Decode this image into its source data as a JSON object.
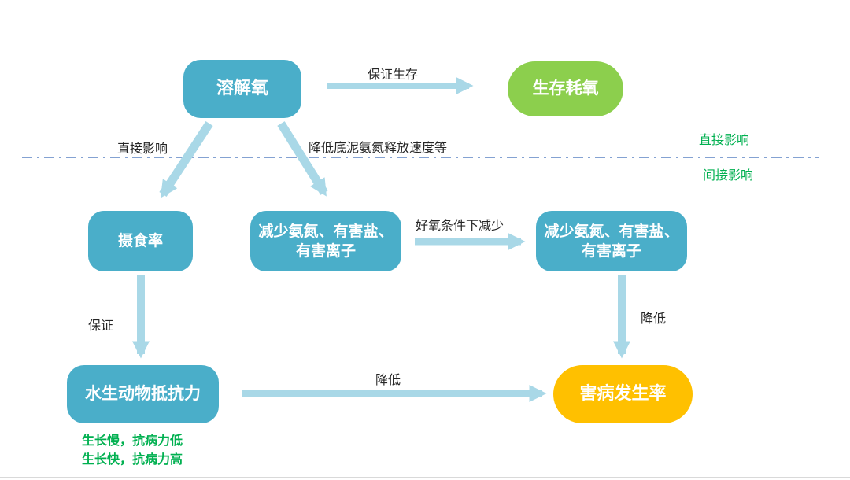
{
  "colors": {
    "teal": "#4AAEC9",
    "green": "#8CCF4D",
    "yellow": "#FFC000",
    "arrow": "#A9D8E7",
    "dash": "#5B84C4",
    "green_text": "#00B050",
    "label": "#262626",
    "node_text": "#FFFFFF",
    "edge": "#D9D9D9"
  },
  "nodes": {
    "dissolved_oxygen": {
      "label": "溶解氧"
    },
    "survival_oxygen": {
      "label": "生存耗氧"
    },
    "feeding_rate": {
      "label": "摄食率"
    },
    "reduce_ammonia_1": {
      "label": "减少氨氮、有害盐、有害离子"
    },
    "reduce_ammonia_2": {
      "label": "减少氨氮、有害盐、有害离子"
    },
    "resistance": {
      "label": "水生动物抵抗力"
    },
    "disease_rate": {
      "label": "害病发生率"
    }
  },
  "edges": {
    "ensure_survival": "保证生存",
    "direct_effect": "直接影响",
    "reduce_sediment_release": "降低底泥氨氮释放速度等",
    "aerobic_reduce": "好氧条件下减少",
    "ensure": "保证",
    "reduce_right": "降低",
    "reduce_bottom": "降低"
  },
  "legend": {
    "direct": "直接影响",
    "indirect": "间接影响"
  },
  "notes": [
    "生长慢，抗病力低",
    "生长快，抗病力高"
  ]
}
